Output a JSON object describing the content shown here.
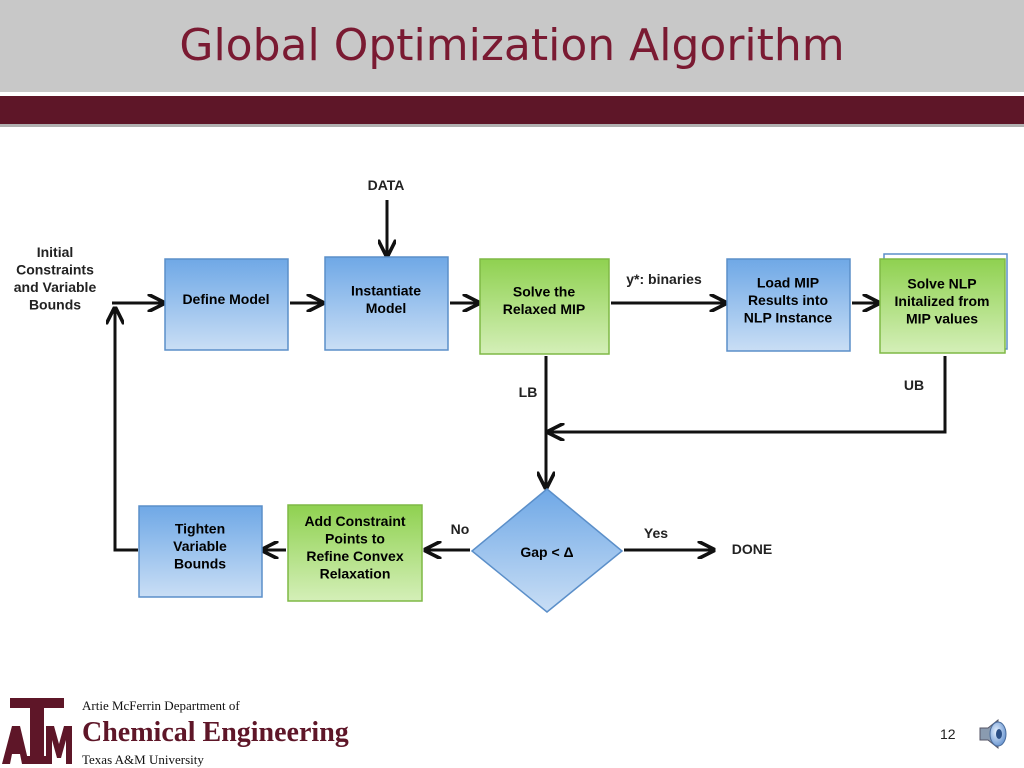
{
  "slide": {
    "title": "Global Optimization Algorithm",
    "page_number": "12"
  },
  "diagram": {
    "inputs": {
      "initial": [
        "Initial",
        "Constraints",
        "and Variable",
        "Bounds"
      ],
      "data": "DATA"
    },
    "boxes": {
      "define_model": [
        "Define Model"
      ],
      "instantiate_model": [
        "Instantiate",
        "Model"
      ],
      "solve_relaxed_mip": [
        "Solve the",
        "Relaxed MIP"
      ],
      "load_mip": [
        "Load MIP",
        "Results into",
        "NLP Instance"
      ],
      "solve_nlp": [
        "Solve NLP",
        "Initalized from",
        "MIP values"
      ],
      "add_constraint": [
        "Add Constraint",
        "Points to",
        "Refine Convex",
        "Relaxation"
      ],
      "tighten_bounds": [
        "Tighten",
        "Variable",
        "Bounds"
      ],
      "gap_decision": "Gap < Δ"
    },
    "labels": {
      "binaries": "y*: binaries",
      "lb": "LB",
      "ub": "UB",
      "no": "No",
      "yes": "Yes",
      "done": "DONE"
    },
    "colors": {
      "blue_top": "#6fa8e6",
      "blue_bottom": "#c9def5",
      "blue_border": "#5b8fc9",
      "green_top": "#8fd150",
      "green_bottom": "#d4efb8",
      "green_border": "#7fb945",
      "arrow": "#111111",
      "maroon": "#5e1628",
      "title": "#7a1a32"
    }
  },
  "footer": {
    "logo_letters": "ATM",
    "department_line": "Artie McFerrin Department of",
    "department_name": "Chemical Engineering",
    "university": "Texas A&M University"
  }
}
